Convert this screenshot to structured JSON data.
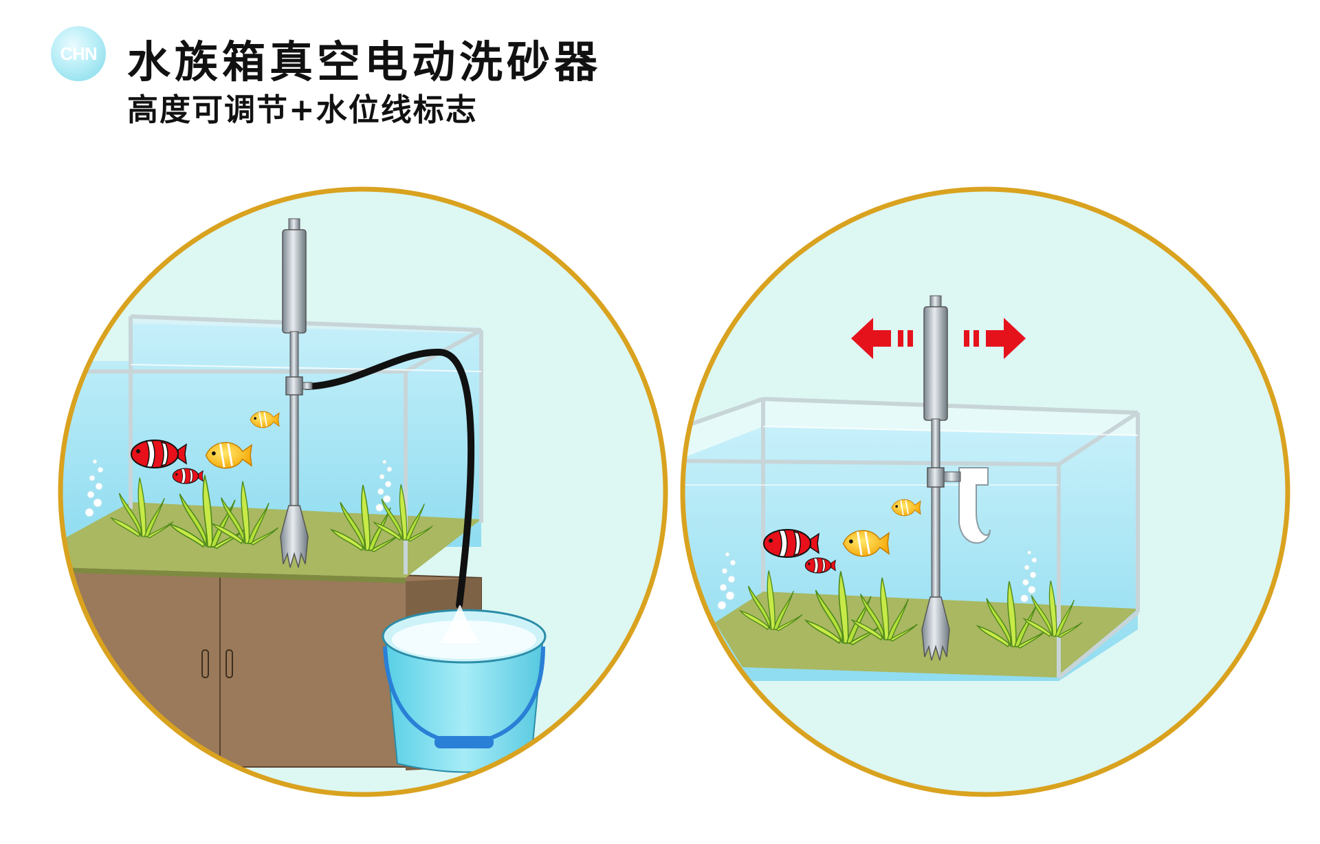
{
  "header": {
    "badge": "CHN",
    "title": "水族箱真空电动洗砂器",
    "subtitle": "高度可调节+水位线标志"
  },
  "colors": {
    "circle_border": "#d9a21f",
    "circle_fill": "#ddf7f3",
    "water": "#a8e4f4",
    "gravel": "#a9b861",
    "cabinet": "#9a7a5a",
    "bucket": "#7fdbee",
    "arrow": "#e5121c"
  },
  "icons": {
    "left_scene": [
      "gravel-vacuum",
      "drain-hose",
      "water-bucket",
      "aquarium-cabinet",
      "clownfish",
      "yellow-tang",
      "aquatic-plant",
      "air-bubbles"
    ],
    "right_scene": [
      "gravel-vacuum",
      "outflow-nozzle",
      "height-adjust-arrows",
      "clownfish",
      "yellow-tang",
      "aquatic-plant",
      "air-bubbles"
    ]
  }
}
